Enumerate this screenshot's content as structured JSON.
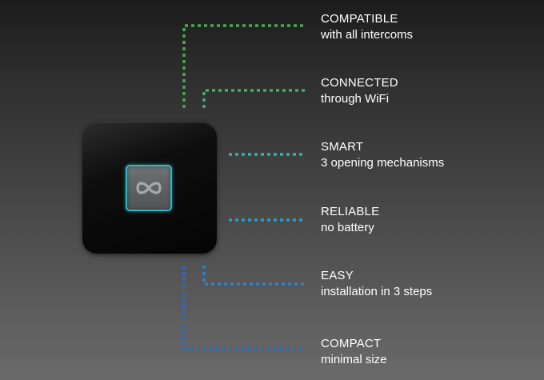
{
  "features": [
    {
      "title": "COMPATIBLE",
      "subtitle": "with all intercoms",
      "color": "#4aa84a"
    },
    {
      "title": "CONNECTED",
      "subtitle": "through WiFi",
      "color": "#40b06a"
    },
    {
      "title": "SMART",
      "subtitle": "3 opening mechanisms",
      "color": "#37b0a6"
    },
    {
      "title": "RELIABLE",
      "subtitle": "no battery",
      "color": "#2f9dbd"
    },
    {
      "title": "EASY",
      "subtitle": "installation in 3 steps",
      "color": "#2d85c6"
    },
    {
      "title": "COMPACT",
      "subtitle": "minimal size",
      "color": "#2c6bc2"
    }
  ],
  "device": {
    "icon": "infinity-icon",
    "accent_color": "#2fb8c4"
  }
}
